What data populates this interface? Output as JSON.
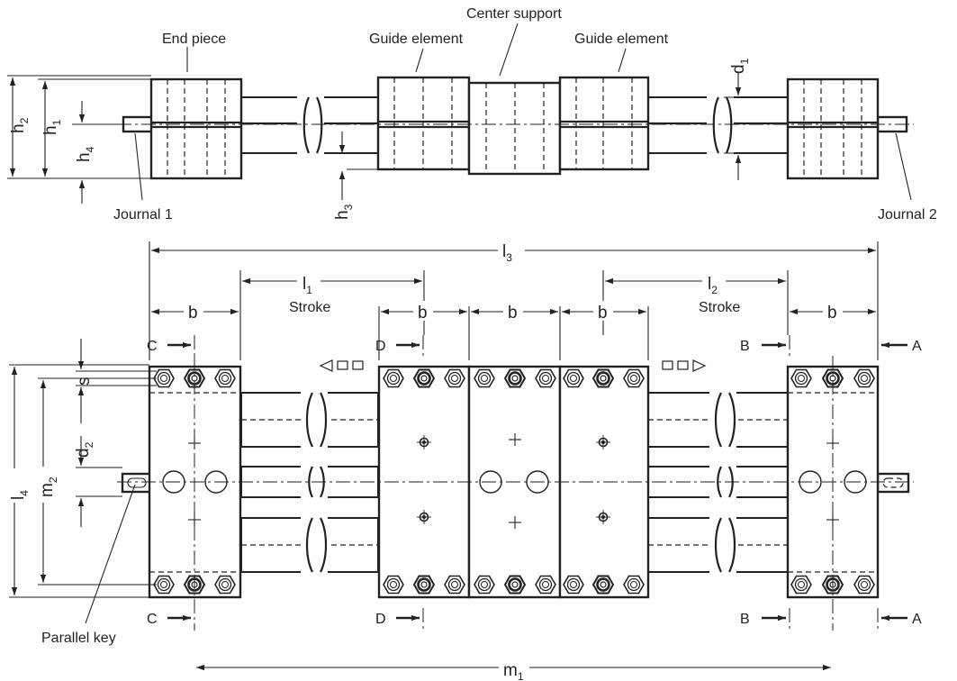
{
  "title": "",
  "labels": {
    "end_piece": "End piece",
    "guide_element_left": "Guide element",
    "center_support": "Center support",
    "guide_element_right": "Guide element",
    "journal_1": "Journal 1",
    "journal_2": "Journal 2",
    "parallel_key": "Parallel key",
    "stroke_left": "Stroke",
    "stroke_right": "Stroke"
  },
  "dimensions": {
    "h1": {
      "main": "h",
      "sub": "1"
    },
    "h2": {
      "main": "h",
      "sub": "2"
    },
    "h3": {
      "main": "h",
      "sub": "3"
    },
    "h4": {
      "main": "h",
      "sub": "4"
    },
    "d1": {
      "main": "d",
      "sub": "1"
    },
    "d2": {
      "main": "d",
      "sub": "2"
    },
    "l1": {
      "main": "l",
      "sub": "1"
    },
    "l2": {
      "main": "l",
      "sub": "2"
    },
    "l3": {
      "main": "l",
      "sub": "3"
    },
    "l4": {
      "main": "l",
      "sub": "4"
    },
    "m1": {
      "main": "m",
      "sub": "1"
    },
    "m2": {
      "main": "m",
      "sub": "2"
    },
    "b": "b",
    "s": "s"
  },
  "section_marks": {
    "a": "A",
    "b": "B",
    "c": "C",
    "d": "D"
  }
}
